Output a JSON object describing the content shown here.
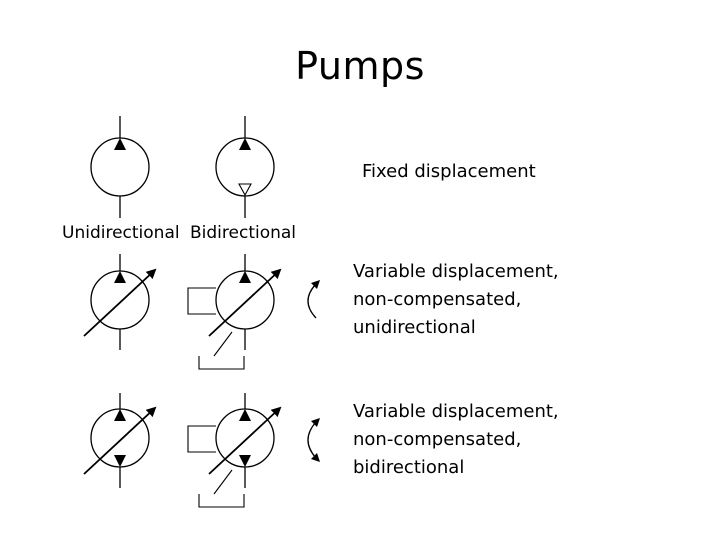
{
  "slide": {
    "title": "Pumps"
  },
  "labels": {
    "fixed_displacement": "Fixed displacement",
    "unidirectional": "Unidirectional",
    "bidirectional": "Bidirectional",
    "variable_unidirectional": [
      "Variable displacement,",
      "non-compensated,",
      "unidirectional"
    ],
    "variable_bidirectional": [
      "Variable displacement,",
      "non-compensated,",
      "bidirectional"
    ]
  },
  "colors": {
    "stroke": "#000000",
    "fill": "#000000",
    "background": "#ffffff"
  }
}
